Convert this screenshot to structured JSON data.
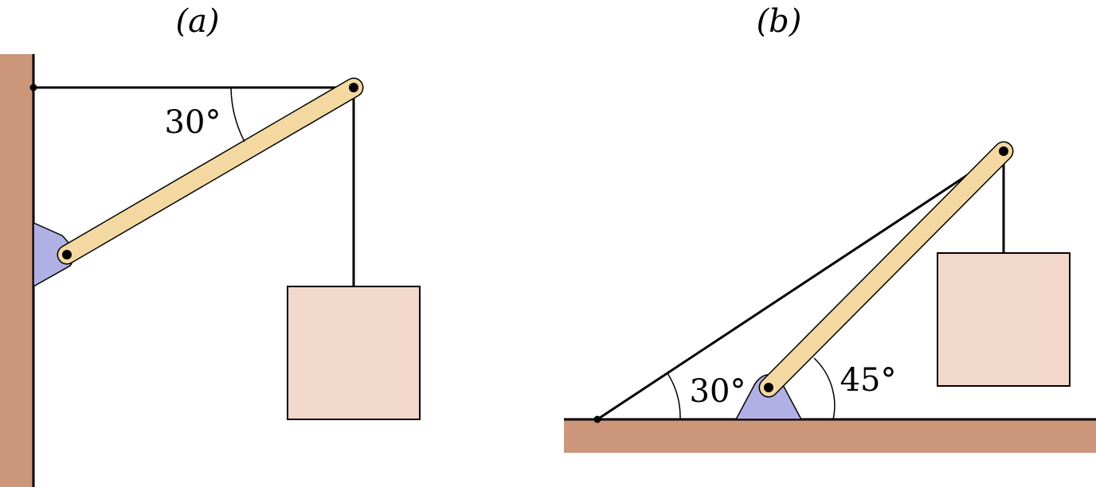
{
  "panel_a": {
    "label": "(a)",
    "angle_label": "30°"
  },
  "panel_b": {
    "label": "(b)",
    "angle_cable_label": "30°",
    "angle_beam_label": "45°"
  },
  "colors": {
    "wall": "#cc967b",
    "beam_fill": "#f3d9a1",
    "bracket": "#b0b0e4",
    "block": "#f2d8cb",
    "line": "#000000"
  }
}
